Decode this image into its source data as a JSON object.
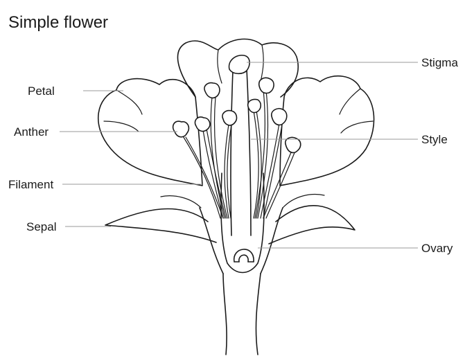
{
  "title": "Simple flower",
  "labels": {
    "petal": "Petal",
    "anther": "Anther",
    "filament": "Filament",
    "sepal": "Sepal",
    "stigma": "Stigma",
    "style": "Style",
    "ovary": "Ovary"
  }
}
